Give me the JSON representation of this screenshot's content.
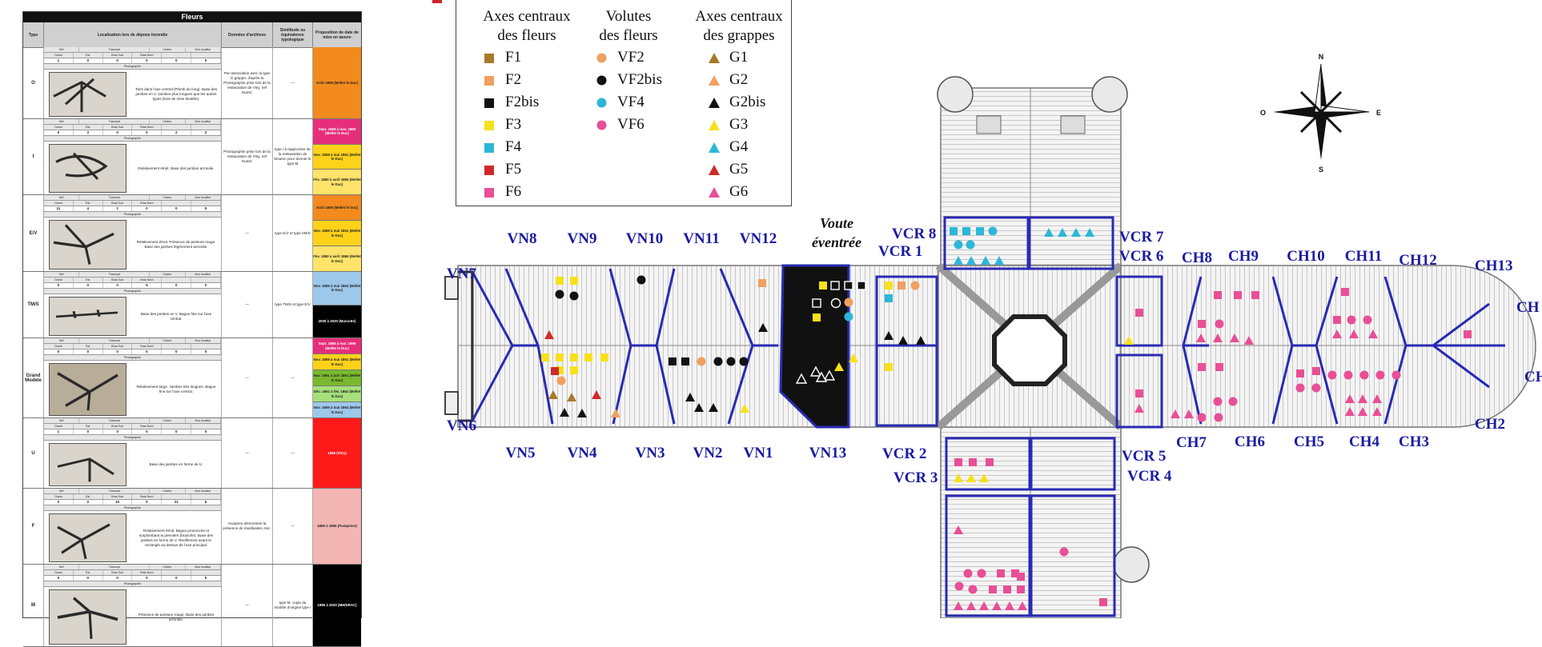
{
  "table": {
    "title": "Fleurs",
    "headers": {
      "type": "Type",
      "location": "Localisation lors de dépose incendie",
      "donnees": "Données d'archives",
      "similitude": "Similitude ou équivalence typologique",
      "proposition": "Proposition de date de mise en œuvre"
    },
    "sub": {
      "nef": "Nef",
      "transept": "Transept",
      "choeur": "Chœur",
      "non_localise": "Non localisé",
      "ouest": "Ouest",
      "est": "Est",
      "bras_sud": "Bras Sud",
      "bras_nord": "Bras Nord",
      "photographie": "Photographie"
    },
    "rows": [
      {
        "type": "O",
        "values": [
          "1",
          "0",
          "0",
          "0",
          "0",
          "0"
        ],
        "desc": "Tiers dans l'axe central (Plomb du long). Base des jambes en V. Jambes plus longues que les autres types (bois de mise Modèle).",
        "donnees": "Par association avec la type O grappe, d'après la Photographie prise lors de la restauration de Viny, nef Ouest.",
        "similitude": "—",
        "props": [
          {
            "text": "Août 1859 (Mellet le Duc)",
            "color": "#f28a1e"
          }
        ]
      },
      {
        "type": "I",
        "values": [
          "0",
          "3",
          "0",
          "0",
          "2",
          "2"
        ],
        "desc": "Relativement étroit. Base des jambes arrondie.",
        "donnees": "Photographie prise lors de la restauration de Viny, nef Ouest.",
        "similitude": "type I à rapprocher de la restauration de Mouton pour donner le type M",
        "props": [
          {
            "text": "Sept. 1858 à mar. 1859 (Mellet le Duc)",
            "color": "#e62e7b"
          },
          {
            "text": "Nov. 1858 à mai 1861 (Mellet le Duc)",
            "color": "#ffd21a"
          },
          {
            "text": "Fév. 1860 à avril 1865 (Mellet le Duc)",
            "color": "#ffe36a"
          }
        ]
      },
      {
        "type": "E/V",
        "values": [
          "11",
          "4",
          "1",
          "0",
          "0",
          "5"
        ],
        "desc": "Relativement étroit. Présence de peinture rouge. Base des jambes légèrement arrondie.",
        "donnees": "—",
        "similitude": "type E/V et type I/M/S",
        "props": [
          {
            "text": "Août 1859 (Mellet le Duc)",
            "color": "#f28a1e"
          },
          {
            "text": "Nov. 1858 à mai 1861 (Mellet le Duc)",
            "color": "#ffd21a"
          },
          {
            "text": "Fév. 1860 à avril 1865 (Mellet le Duc)",
            "color": "#ffe36a"
          }
        ]
      },
      {
        "type": "TM/S",
        "values": [
          "0",
          "0",
          "0",
          "5",
          "0",
          "0"
        ],
        "desc": "Base des jambes en V. Bague fine sur l'axe central.",
        "donnees": "—",
        "similitude": "type TM/S et type E/V",
        "props": [
          {
            "text": "Nov. 1859 à mai 1864 (Mellet le Duc)",
            "color": "#9ec8ea"
          },
          {
            "text": "2000 à 2020 (Marcotte)",
            "color": "#000000"
          }
        ]
      },
      {
        "type": "Grand Modèle",
        "values": [
          "0",
          "0",
          "0",
          "0",
          "0",
          "0"
        ],
        "desc": "Relativement large. Jambes très longues. Bague fine sur l'axe central.",
        "donnees": "—",
        "similitude": "—",
        "props": [
          {
            "text": "Sept. 1858 à mar. 1859 (Mellet le Duc)",
            "color": "#e62e7b"
          },
          {
            "text": "Nov. 1858 à mai 1861 (Mellet le Duc)",
            "color": "#ffd21a"
          },
          {
            "text": "Nov. 1861 à juin 1861 (Mellet le Duc)",
            "color": "#7ab92e"
          },
          {
            "text": "Déc. 1861 à fév. 1862 (Mellet le Duc)",
            "color": "#a6e07a"
          },
          {
            "text": "Nov. 1859 à mai 1864 (Mellet le Duc)",
            "color": "#9ec8ea"
          }
        ]
      },
      {
        "type": "U",
        "values": [
          "1",
          "0",
          "0",
          "0",
          "0",
          "0"
        ],
        "desc": "Base des jambes en forme de U.",
        "donnees": "—",
        "similitude": "—",
        "props": [
          {
            "text": "1858 (Vitry)",
            "color": "#ff1a1a"
          }
        ]
      },
      {
        "type": "F",
        "values": [
          "0",
          "0",
          "10",
          "0",
          "21",
          "6"
        ],
        "desc": "Relativement étroit. Bague prononcée et surplombant la première (branche). Base des jambes en forme de V. Renflement avant le rectangle au-dessus de l'axe principal.",
        "donnees": "Analyses démontrent la présence de réutilisation zinc.",
        "similitude": "—",
        "props": [
          {
            "text": "1859 à 1866 (Pasquiner)",
            "color": "#f4b6b3"
          }
        ]
      },
      {
        "type": "M",
        "values": [
          "0",
          "0",
          "0",
          "0",
          "0",
          "5"
        ],
        "desc": "Présence de peinture rouge. Base des jambes arrondie.",
        "donnees": "—",
        "similitude": "type M: copie du modèle d'origine type I",
        "props": [
          {
            "text": "1989 à 2020 (MH/DRAC)",
            "color": "#000000"
          }
        ]
      }
    ]
  },
  "legend": {
    "col1_head": [
      "Axes centraux",
      "des fleurs"
    ],
    "col2_head": [
      "Volutes",
      "des fleurs"
    ],
    "col3_head": [
      "Axes centraux",
      "des grappes"
    ],
    "col1": [
      {
        "label": "F1",
        "color": "#a87b2a"
      },
      {
        "label": "F2",
        "color": "#f0a060"
      },
      {
        "label": "F2bis",
        "color": "#111111"
      },
      {
        "label": "F3",
        "color": "#f7e11b"
      },
      {
        "label": "F4",
        "color": "#2cb7d8"
      },
      {
        "label": "F5",
        "color": "#cf2a2a"
      },
      {
        "label": "F6",
        "color": "#e84f96"
      }
    ],
    "col2": [
      {
        "label": "VF2",
        "color": "#f0a060"
      },
      {
        "label": "VF2bis",
        "color": "#111111"
      },
      {
        "label": "VF4",
        "color": "#2cb7d8"
      },
      {
        "label": "VF6",
        "color": "#e84f96"
      }
    ],
    "col3": [
      {
        "label": "G1",
        "color": "#a87b2a"
      },
      {
        "label": "G2",
        "color": "#f0a060"
      },
      {
        "label": "G2bis",
        "color": "#111111"
      },
      {
        "label": "G3",
        "color": "#f7e11b"
      },
      {
        "label": "G4",
        "color": "#2cb7d8"
      },
      {
        "label": "G5",
        "color": "#cf2a2a"
      },
      {
        "label": "G6",
        "color": "#e84f96"
      }
    ]
  },
  "compass": {
    "n": "N",
    "s": "S",
    "e": "E",
    "o": "O"
  },
  "plan": {
    "voute": [
      "Voute",
      "éventrée"
    ],
    "labels": {
      "VN5": "VN5",
      "VN6": "VN6",
      "VN7": "VN7",
      "VN8": "VN8",
      "VN9": "VN9",
      "VN10": "VN10",
      "VN11": "VN11",
      "VN12": "VN12",
      "VN4": "VN4",
      "VN3": "VN3",
      "VN2": "VN2",
      "VN1": "VN1",
      "VN13": "VN13",
      "VCR1": "VCR 1",
      "VCR2": "VCR 2",
      "VCR3": "VCR 3",
      "VCR4": "VCR 4",
      "VCR5": "VCR 5",
      "VCR6": "VCR 6",
      "VCR7": "VCR 7",
      "VCR8": "VCR 8",
      "CH2": "CH2",
      "CH3": "CH3",
      "CH4": "CH4",
      "CH5": "CH5",
      "CH6": "CH6",
      "CH7": "CH7",
      "CH8": "CH8",
      "CH9": "CH9",
      "CH10": "CH10",
      "CH11": "CH11",
      "CH12": "CH12",
      "CH13": "CH13",
      "CH1a": "CH",
      "CH1b": "CH"
    }
  }
}
